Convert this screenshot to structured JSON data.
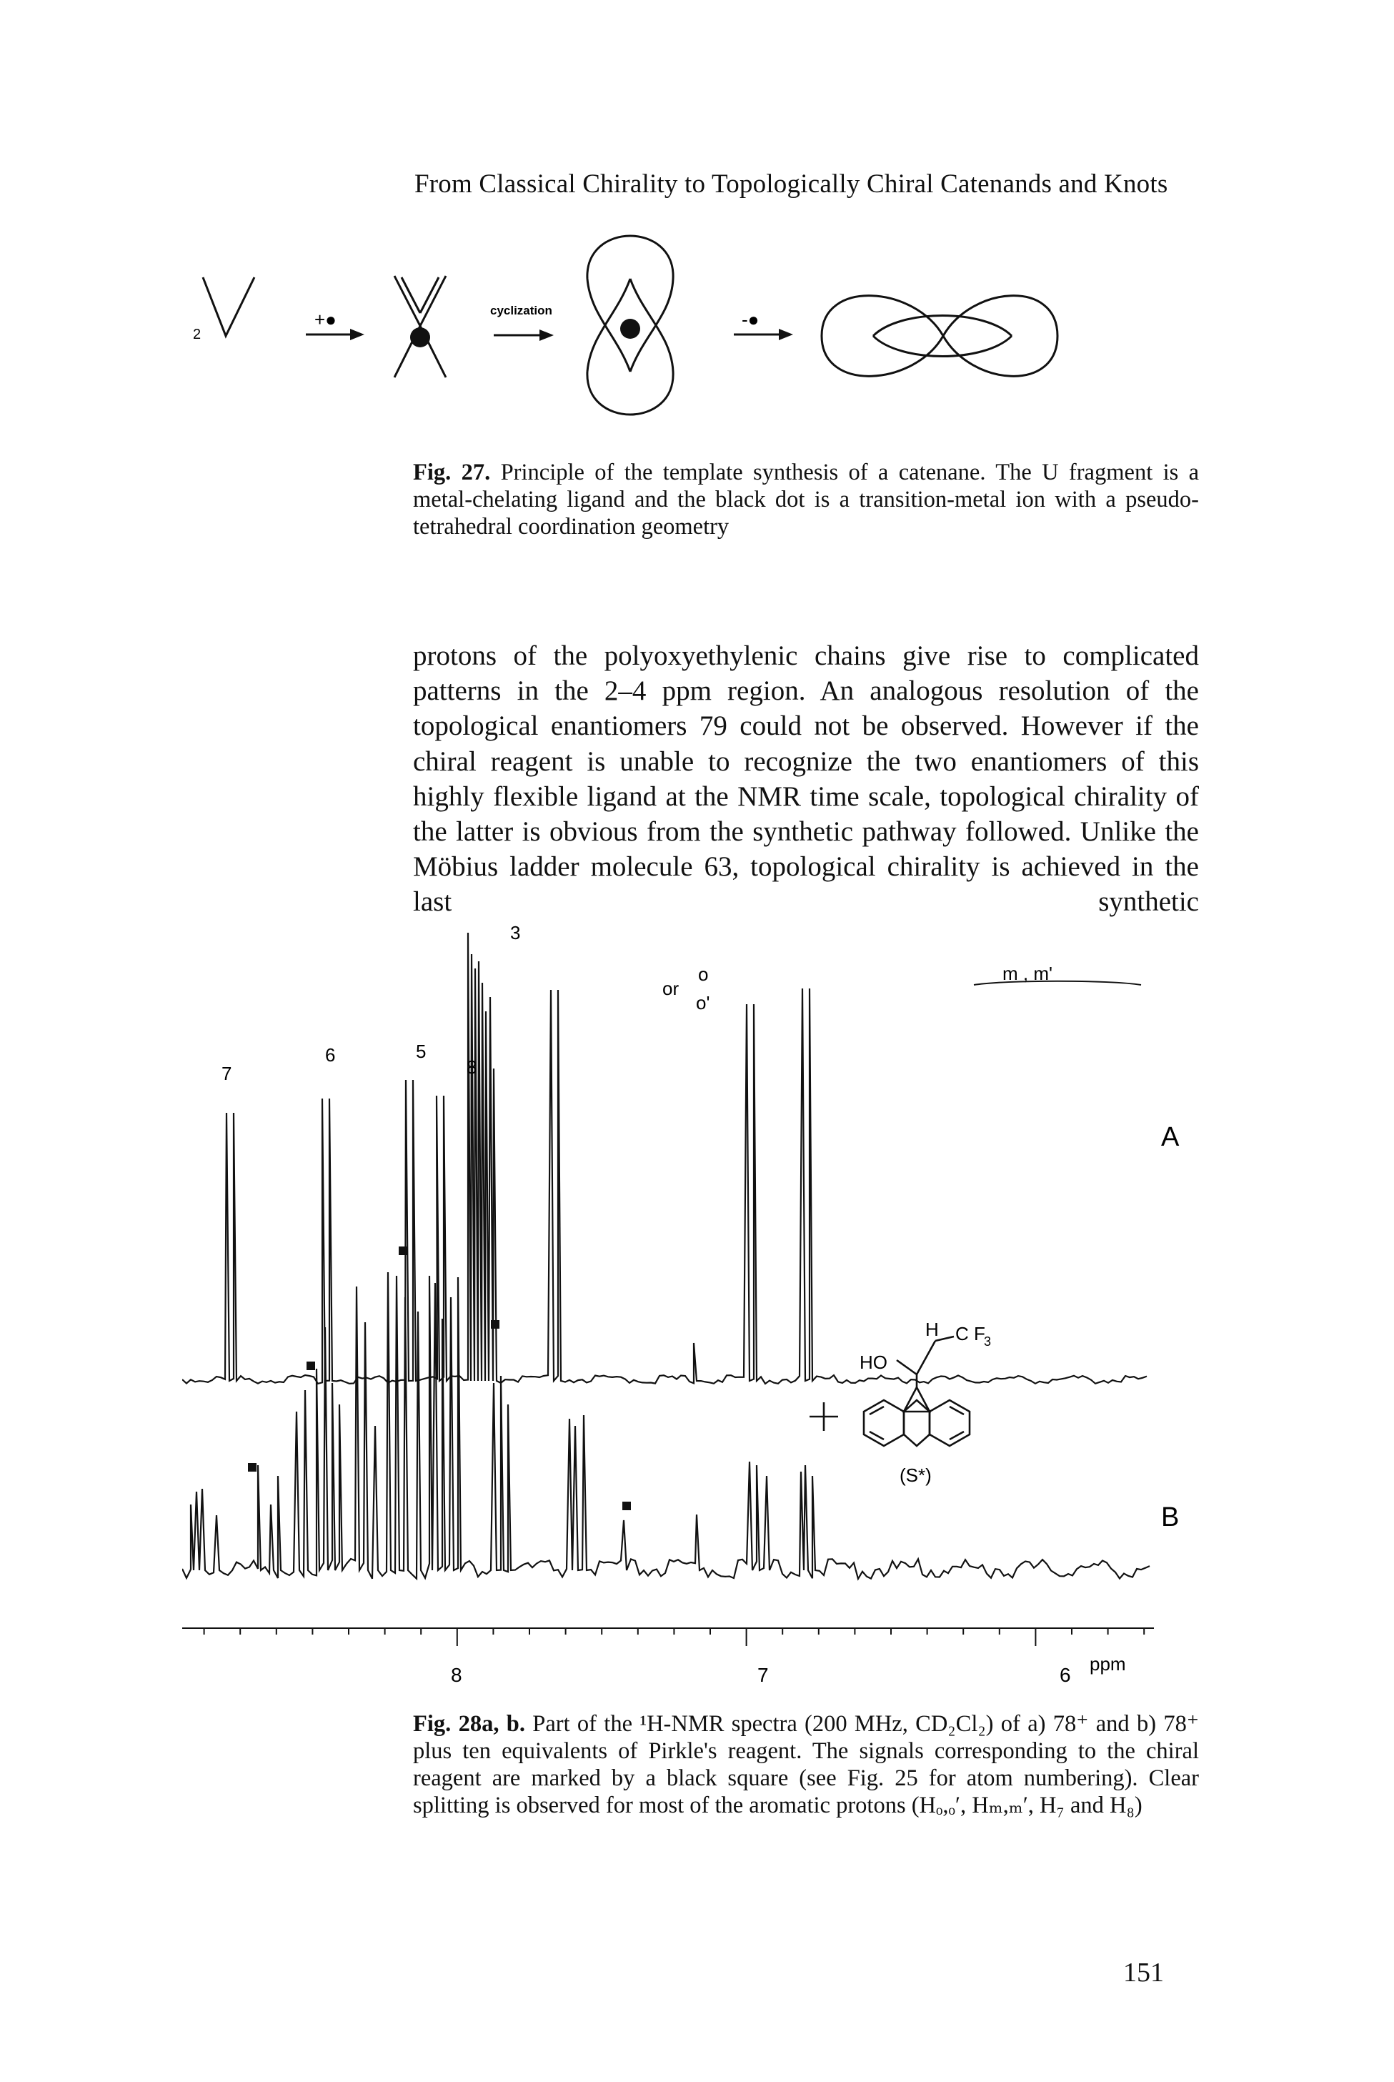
{
  "running_head": "From Classical Chirality to Topologically Chiral Catenands and Knots",
  "fig27": {
    "coefficient": "2",
    "arrow1_label": "+●",
    "arrow2_label": "cyclization",
    "arrow3_label": "-●",
    "caption_bold": "Fig. 27.",
    "caption_text": "Principle of the template synthesis of a catenane. The U fragment is a metal-chelating ligand and the black dot is a transition-metal ion with a pseudo-tetrahedral coordination geometry"
  },
  "body_text": "protons of the polyoxyethylenic chains give rise to complicated patterns in the 2–4 ppm region. An analogous resolution of the topological enantiomers 79 could not be observed. However if the chiral reagent is unable to recognize the two enantiomers of this highly flexible ligand at the NMR time scale, topological chirality of the latter is obvious from the synthetic pathway followed. Unlike the Möbius ladder molecule 63, topological chirality is achieved in the last synthetic",
  "fig28": {
    "peak_labels": {
      "p7": "7",
      "p6": "6",
      "p5": "5",
      "p8": "8",
      "p3": "3",
      "or": "or",
      "o": "o",
      "o_prime": "o'",
      "mm": "m , m'"
    },
    "trace_a_label": "A",
    "trace_b_label": "B",
    "reagent": {
      "h": "H",
      "cf3": "C F",
      "cf3_sub": "3",
      "ho": "HO",
      "plus": "+",
      "s_label": "(S*)"
    },
    "axis": {
      "unit": "ppm",
      "ticks": [
        "8",
        "7",
        "6"
      ]
    },
    "caption_bold": "Fig. 28a, b.",
    "caption_text": "Part of the ¹H-NMR spectra (200 MHz, CD₂Cl₂) of a) 78⁺ and b) 78⁺ plus ten equivalents of Pirkle's reagent. The signals corresponding to the chiral reagent are marked by a black square (see Fig. 25 for atom numbering). Clear splitting is observed for most of the aromatic protons (Hₒ,ₒ′, Hₘ,ₘ′, H₇ and H₈)"
  },
  "page_number": "151"
}
